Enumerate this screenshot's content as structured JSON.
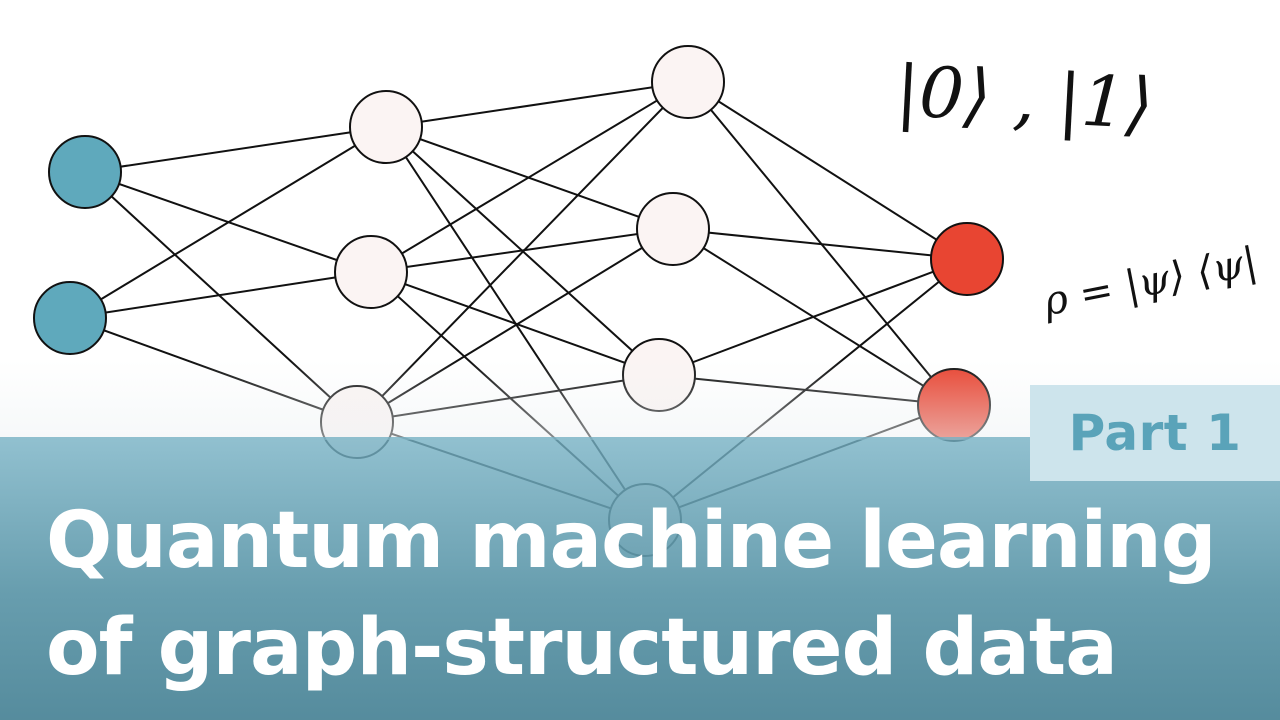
{
  "badge": {
    "label": "Part 1"
  },
  "title": {
    "line1": "Quantum machine learning",
    "line2": "of graph-structured data"
  },
  "math": {
    "kets": "|0⟩ , |1⟩",
    "density": "ρ = |ψ⟩ ⟨ψ|"
  },
  "colors": {
    "input_node": "#5fa9bc",
    "hidden_node": "#fbf4f3",
    "output_node": "#e84532",
    "band": "#6aa6b8",
    "badge_bg": "#cde4ec",
    "badge_text": "#5aa3b9"
  }
}
